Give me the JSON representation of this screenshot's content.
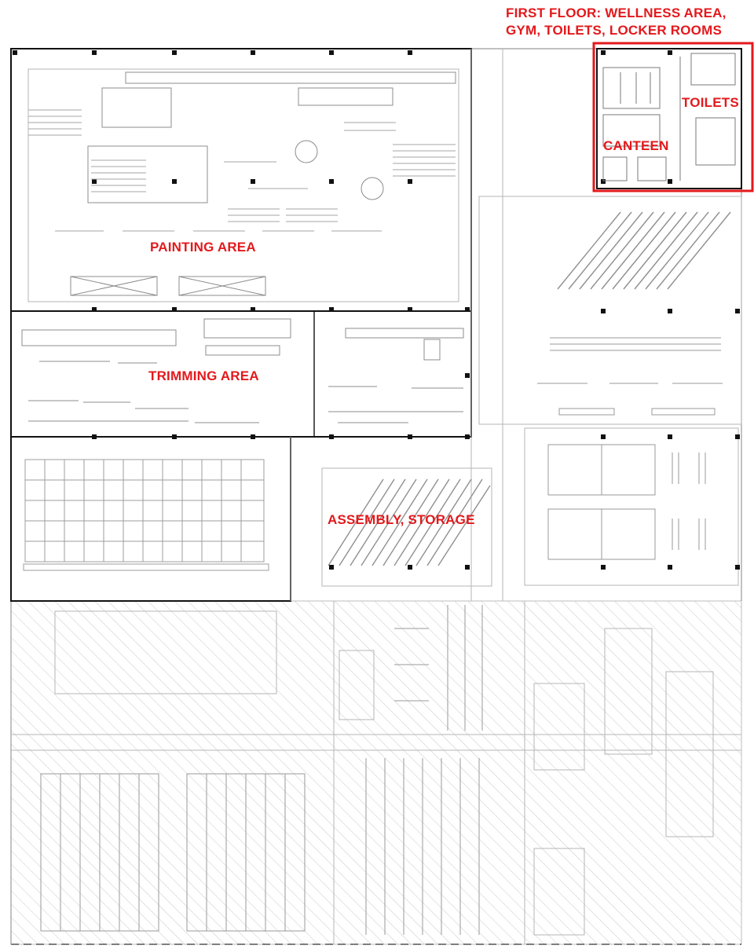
{
  "labels": {
    "first_floor_line1": "FIRST FLOOR: WELLNESS AREA,",
    "first_floor_line2": "GYM, TOILETS, LOCKER ROOMS",
    "toilets": "TOILETS",
    "canteen": "CANTEEN",
    "painting_area": "PAINTING AREA",
    "trimming_area": "TRIMMING AREA",
    "assembly_storage": "ASSEMBLY, STORAGE"
  },
  "colors": {
    "highlight": "#e3191c",
    "wall": "#111111",
    "fixture": "#9a9a9a",
    "hatch": "#c8c8c8"
  }
}
